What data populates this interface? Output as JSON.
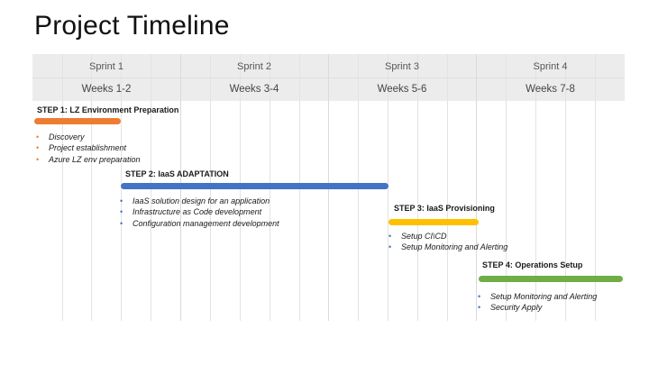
{
  "slide": {
    "title": "Project Timeline"
  },
  "timeline": {
    "columns": [
      {
        "sprint": "Sprint 1",
        "weeks": "Weeks 1-2"
      },
      {
        "sprint": "Sprint 2",
        "weeks": "Weeks 3-4"
      },
      {
        "sprint": "Sprint 3",
        "weeks": "Weeks 5-6"
      },
      {
        "sprint": "Sprint 4",
        "weeks": "Weeks 7-8"
      }
    ]
  },
  "steps": [
    {
      "label": "STEP 1: LZ Environment Preparation",
      "color": "#ED7D31",
      "items": [
        "Discovery",
        "Project establishment",
        "Azure LZ env preparation"
      ]
    },
    {
      "label": "STEP 2: IaaS ADAPTATION",
      "color": "#4472C4",
      "items": [
        "IaaS solution design for an application",
        "Infrastructure as Code development",
        "Configuration management development"
      ]
    },
    {
      "label": "STEP 3: IaaS Provisioning",
      "color": "#FFC000",
      "items": [
        "Setup CI\\CD",
        "Setup Monitoring and Alerting"
      ]
    },
    {
      "label": "STEP 4: Operations Setup",
      "color": "#70AD47",
      "items": [
        "Setup Monitoring and Alerting",
        "Security Apply"
      ]
    }
  ]
}
